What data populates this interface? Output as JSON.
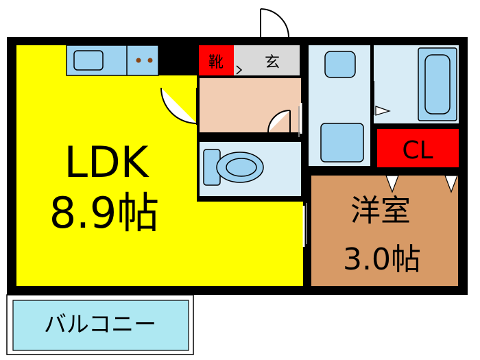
{
  "rooms": {
    "ldk": {
      "name": "LDK",
      "size": "8.9帖",
      "color": "#ffff00"
    },
    "western": {
      "name": "洋室",
      "size": "3.0帖",
      "color": "#d79a66"
    },
    "closet": {
      "label": "CL",
      "color": "#ff0000"
    },
    "shoe_box": {
      "label": "靴",
      "color": "#ff0000"
    },
    "entrance": {
      "label": "玄",
      "color": "#d9d9d9"
    },
    "hall": {
      "color": "#f2cdb3"
    },
    "balcony": {
      "label": "バルコニー",
      "color": "#aee8f2"
    }
  },
  "fixtures": {
    "color": "#9fd3f0",
    "wet_area": "#d8ecf6"
  },
  "wall_color": "#000000"
}
